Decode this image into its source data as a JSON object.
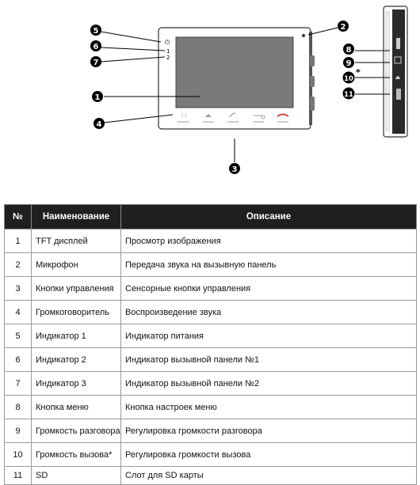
{
  "diagram": {
    "callouts": [
      "1",
      "2",
      "3",
      "4",
      "5",
      "6",
      "7",
      "8",
      "9",
      "10",
      "11"
    ],
    "callout_10_mark": "*",
    "indicator_labels": [
      "1",
      "2"
    ],
    "power_glyph": "⏻",
    "icons": [
      "power-icon",
      "menu-icon",
      "volume-icon",
      "bell-icon",
      "sd-slot-icon",
      "call-icon",
      "door-icon",
      "hangup-icon"
    ]
  },
  "table": {
    "headers": [
      "№",
      "Наименование",
      "Описание"
    ],
    "rows": [
      {
        "num": "1",
        "name": "TFT дисплей",
        "desc": "Просмотр изображения"
      },
      {
        "num": "2",
        "name": "Микрофон",
        "desc": "Передача звука на вызывную панель"
      },
      {
        "num": "3",
        "name": "Кнопки управления",
        "desc": "Сенсорные кнопки управления"
      },
      {
        "num": "4",
        "name": "Громкоговоритель",
        "desc": "Воспроизведение звука"
      },
      {
        "num": "5",
        "name": "Индикатор 1",
        "desc": "Индикатор питания"
      },
      {
        "num": "6",
        "name": "Индикатор 2",
        "desc": "Индикатор вызывной панели №1"
      },
      {
        "num": "7",
        "name": "Индикатор 3",
        "desc": "Индикатор вызывной панели №2"
      },
      {
        "num": "8",
        "name": "Кнопка меню",
        "desc": "Кнопка настроек меню"
      },
      {
        "num": "9",
        "name": "Громкость разговора",
        "desc": "Регулировка громкости разговора"
      },
      {
        "num": "10",
        "name": "Громкость вызова*",
        "desc": "Регулировка громкости вызова"
      },
      {
        "num": "11",
        "name": "SD",
        "desc": "Слот для SD карты"
      }
    ]
  }
}
